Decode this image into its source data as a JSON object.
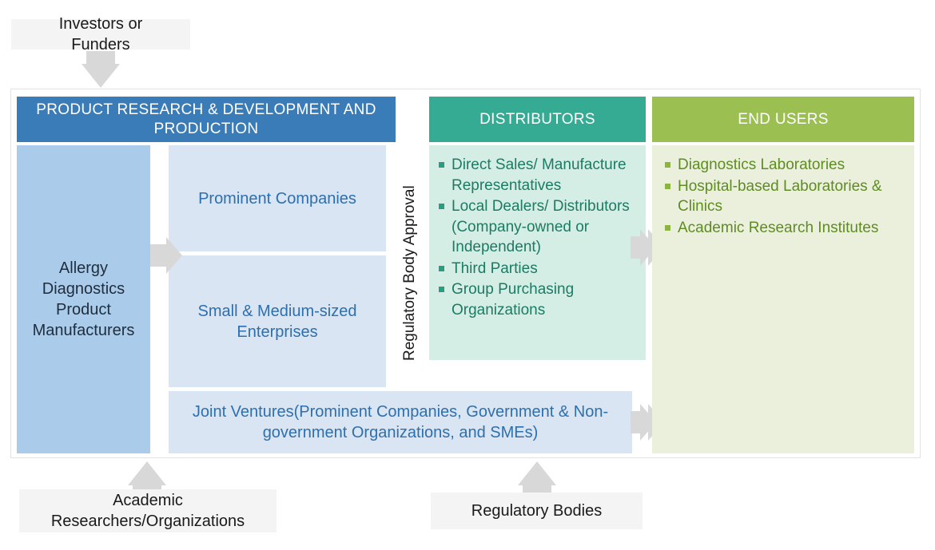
{
  "diagram": {
    "title_hidden": "Allergy Diagnostics Market Value Chain",
    "external_inputs": {
      "top": {
        "label": "Investors or\nFunders",
        "name": "investors-or-funders"
      },
      "bottom_left": {
        "label": "Academic\nResearchers/Organizations",
        "name": "academic-researchers-organizations"
      },
      "bottom_center": {
        "label": "Regulatory Bodies",
        "name": "regulatory-bodies"
      }
    },
    "vertical_gate": {
      "label": "Regulatory Body Approval"
    },
    "columns": [
      {
        "id": "product-rd",
        "header": "PRODUCT RESEARCH & DEVELOPMENT AND PRODUCTION",
        "header_color": "#3a7cb8",
        "body_color": "#aaccea",
        "blocks": [
          {
            "id": "manufacturers",
            "label": "Allergy Diagnostics Product Manufacturers",
            "fill": "#aaccea"
          },
          {
            "id": "prominent-companies",
            "label": "Prominent Companies",
            "fill": "#d9e5f3"
          },
          {
            "id": "smes",
            "label": "Small & Medium-sized Enterprises",
            "fill": "#d9e5f3"
          },
          {
            "id": "joint-ventures",
            "label": "Joint Ventures(Prominent Companies, Government & Non-government Organizations, and SMEs)",
            "fill": "#d9e5f3"
          }
        ]
      },
      {
        "id": "distributors",
        "header": "DISTRIBUTORS",
        "header_color": "#34ab92",
        "body_color": "#d5eee5",
        "items": [
          "Direct Sales/ Manufacture Representatives",
          "Local Dealers/ Distributors (Company-owned or Independent)",
          "Third Parties",
          "Group Purchasing Organizations"
        ]
      },
      {
        "id": "end-users",
        "header": "END USERS",
        "header_color": "#9cbf52",
        "body_color": "#ebf0dc",
        "items": [
          "Diagnostics Laboratories",
          "Hospital-based Laboratories & Clinics",
          "Academic Research Institutes"
        ]
      }
    ],
    "flow_arrows": [
      {
        "name": "arrow-manufacturers-to-companies",
        "direction": "right"
      },
      {
        "name": "arrow-distributors-to-end-users",
        "direction": "right"
      },
      {
        "name": "arrow-joint-ventures-to-end-users",
        "direction": "right"
      },
      {
        "name": "arrow-investors-down",
        "direction": "down"
      },
      {
        "name": "arrow-academic-up",
        "direction": "up"
      },
      {
        "name": "arrow-regulatory-up",
        "direction": "up"
      }
    ],
    "palette": {
      "arrow_gray": "#d8d8d8",
      "ext_box_gray": "#f4f4f4",
      "frame_border": "#e2e2e2"
    }
  }
}
